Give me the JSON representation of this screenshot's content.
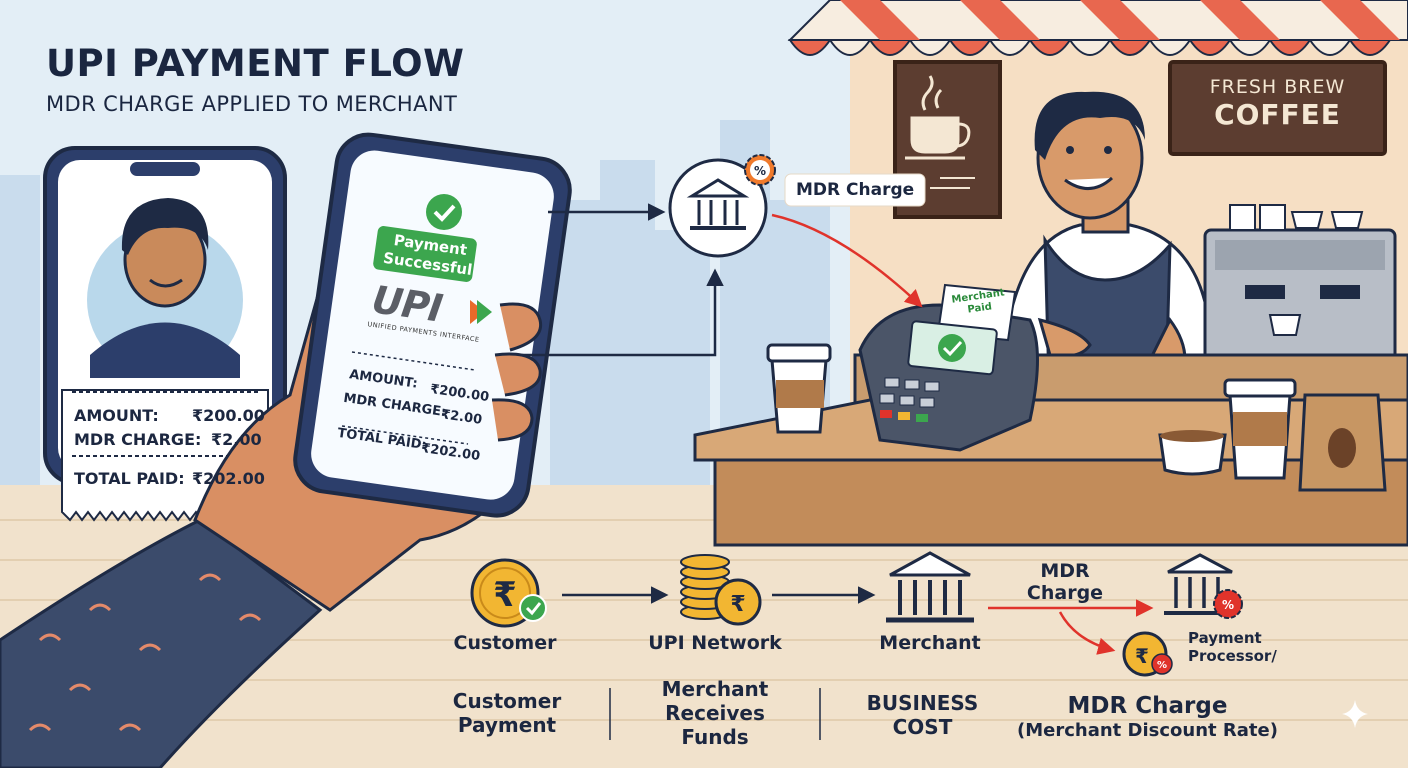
{
  "header": {
    "title": "UPI PAYMENT FLOW",
    "subtitle": "MDR CHARGE APPLIED TO MERCHANT"
  },
  "receipt": {
    "amount_label": "AMOUNT:",
    "amount_value": "₹200.00",
    "mdr_label": "MDR CHARGE:",
    "mdr_value": "₹2.00",
    "total_label": "TOTAL PAID:",
    "total_value": "₹202.00"
  },
  "phone": {
    "status_line1": "Payment",
    "status_line2": "Successful",
    "upi_logo": "UPI",
    "upi_subtitle": "UNIFIED PAYMENTS INTERFACE",
    "amount_label": "AMOUNT:",
    "amount_value": "₹200.00",
    "mdr_label": "MDR CHARGE:",
    "mdr_value": "₹2.00",
    "total_label": "TOTAL PAID:",
    "total_value": "₹202.00"
  },
  "scene": {
    "mdr_tag": "MDR Charge",
    "terminal_stamp_line1": "Merchant",
    "terminal_stamp_line2": "Paid",
    "sign_line1": "FRESH BREW",
    "sign_line2": "COFFEE"
  },
  "flow": {
    "steps": [
      {
        "label": "Customer",
        "caption_line1": "Customer",
        "caption_line2": "Payment"
      },
      {
        "label": "UPI Network",
        "caption_line1": "Merchant",
        "caption_line2": "Receives",
        "caption_line3": "Funds"
      },
      {
        "label": "Merchant",
        "caption_line1": "BUSINESS",
        "caption_line2": "COST"
      }
    ],
    "mdr_arrow_line1": "MDR",
    "mdr_arrow_line2": "Charge",
    "processor_line1": "Payment",
    "processor_line2": "Processor/",
    "mdr_caption_line1": "MDR Charge",
    "mdr_caption_line2": "(Merchant Discount Rate)"
  },
  "colors": {
    "navy": "#1e2a44",
    "success_green": "#3ca64e",
    "coin_gold": "#f2b632",
    "arrow_red": "#e0332b",
    "awning_red": "#e8674f",
    "sky": "#dbe9f3",
    "floor": "#f1e2cc"
  },
  "icons": [
    "bank-icon",
    "rupee-coin-icon",
    "check-icon",
    "percent-gear-icon",
    "coffee-cup-icon",
    "coin-stack-icon"
  ]
}
